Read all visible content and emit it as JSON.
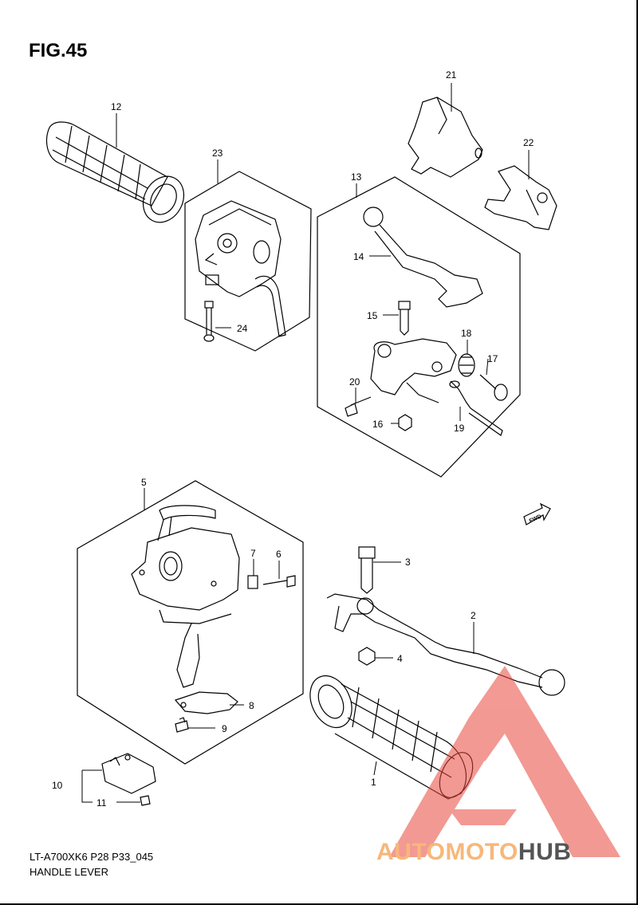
{
  "figure": {
    "title": "FIG.45",
    "model_code": "LT-A700XK6 P28 P33_045",
    "caption": "HANDLE LEVER",
    "fwd_label": "FWD"
  },
  "watermark": {
    "part1": "AUTOMOTO",
    "part2": "HUB",
    "color_primary": "#e8473b",
    "color_secondary": "#555555"
  },
  "callouts": [
    {
      "id": "c12",
      "number": "12"
    },
    {
      "id": "c23",
      "number": "23"
    },
    {
      "id": "c21",
      "number": "21"
    },
    {
      "id": "c22",
      "number": "22"
    },
    {
      "id": "c13",
      "number": "13"
    },
    {
      "id": "c14",
      "number": "14"
    },
    {
      "id": "c15",
      "number": "15"
    },
    {
      "id": "c18",
      "number": "18"
    },
    {
      "id": "c17",
      "number": "17"
    },
    {
      "id": "c24",
      "number": "24"
    },
    {
      "id": "c20",
      "number": "20"
    },
    {
      "id": "c16",
      "number": "16"
    },
    {
      "id": "c19",
      "number": "19"
    },
    {
      "id": "c5",
      "number": "5"
    },
    {
      "id": "c7",
      "number": "7"
    },
    {
      "id": "c6",
      "number": "6"
    },
    {
      "id": "c3",
      "number": "3"
    },
    {
      "id": "c2",
      "number": "2"
    },
    {
      "id": "c4",
      "number": "4"
    },
    {
      "id": "c8",
      "number": "8"
    },
    {
      "id": "c9",
      "number": "9"
    },
    {
      "id": "c10",
      "number": "10"
    },
    {
      "id": "c11",
      "number": "11"
    },
    {
      "id": "c1",
      "number": "1"
    }
  ]
}
